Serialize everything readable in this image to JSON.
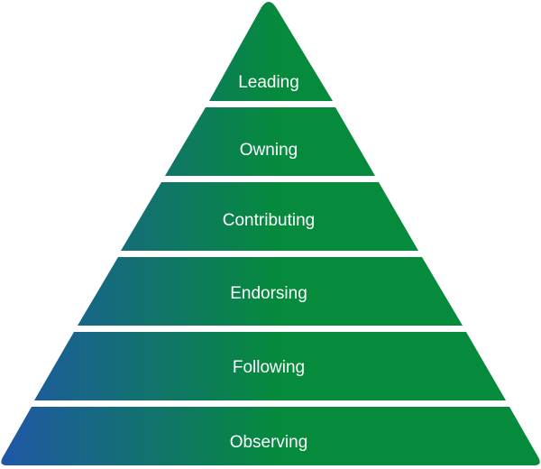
{
  "diagram": {
    "type": "pyramid",
    "tiers_top_to_bottom": [
      {
        "label": "Leading"
      },
      {
        "label": "Owning"
      },
      {
        "label": "Contributing"
      },
      {
        "label": "Endorsing"
      },
      {
        "label": "Following"
      },
      {
        "label": "Observing"
      }
    ],
    "colors": {
      "gradient_left": "#1f57a6",
      "gradient_right": "#058b3b",
      "separator": "#ffffff",
      "label_text": "#ffffff"
    }
  }
}
